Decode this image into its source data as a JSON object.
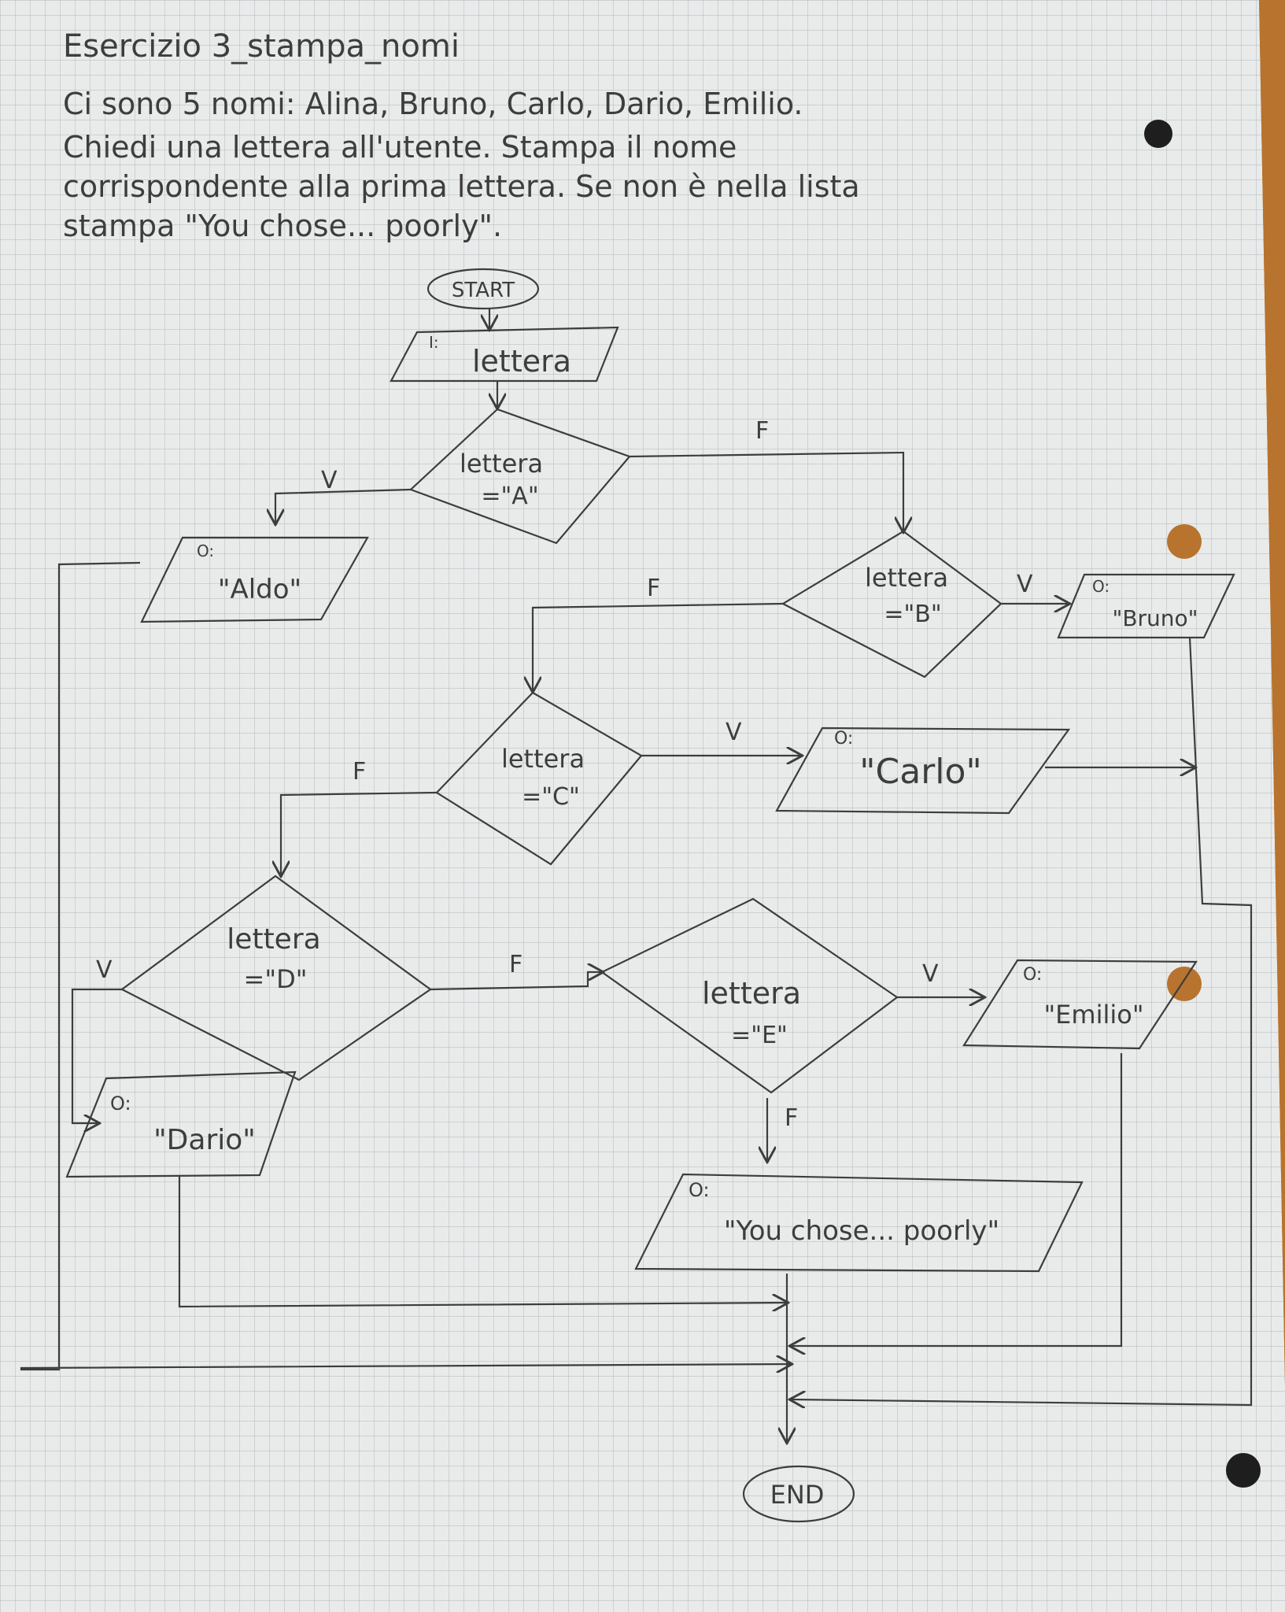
{
  "header": {
    "title": "Esercizio 3_stampa_nomi",
    "description": [
      "Ci sono 5 nomi: Alina, Bruno, Carlo, Dario, Emilio.",
      "Chiedi una lettera all'utente. Stampa il nome",
      "corrispondente alla prima lettera. Se non è nella lista",
      "stampa \"You chose... poorly\"."
    ]
  },
  "flowchart": {
    "start": "START",
    "end": "END",
    "input": {
      "tag": "I:",
      "label": "lettera"
    },
    "decisions": {
      "a": {
        "line1": "lettera",
        "line2": "=\"A\""
      },
      "b": {
        "line1": "lettera",
        "line2": "=\"B\""
      },
      "c": {
        "line1": "lettera",
        "line2": "=\"C\""
      },
      "d": {
        "line1": "lettera",
        "line2": "=\"D\""
      },
      "e": {
        "line1": "lettera",
        "line2": "=\"E\""
      }
    },
    "outputs": {
      "aldo": {
        "tag": "O:",
        "label": "\"Aldo\""
      },
      "bruno": {
        "tag": "O:",
        "label": "\"Bruno\""
      },
      "carlo": {
        "tag": "O:",
        "label": "\"Carlo\""
      },
      "dario": {
        "tag": "O:",
        "label": "\"Dario\""
      },
      "emilio": {
        "tag": "O:",
        "label": "\"Emilio\""
      },
      "poorly": {
        "tag": "O:",
        "label": "\"You chose... poorly\""
      }
    },
    "branch_labels": {
      "true": "V",
      "false": "F"
    }
  },
  "colors": {
    "paper": "#e9ebea",
    "grid": "#b9bfc4",
    "ink": "#3d3d3d",
    "desk": "#b8732f"
  }
}
